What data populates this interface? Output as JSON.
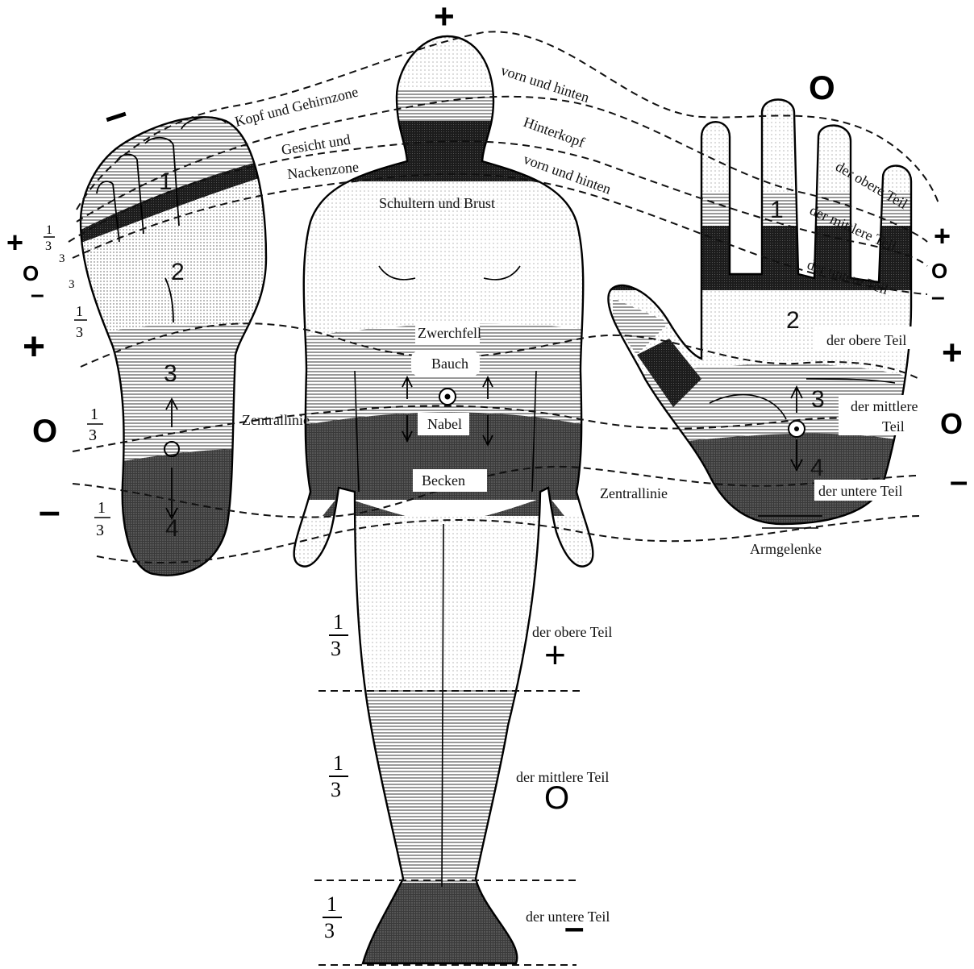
{
  "labels": {
    "kopf": "Kopf und Gehirnzone",
    "gesicht": "Gesicht und",
    "nacken": "Nackenzone",
    "vorn_hinten_1": "vorn und hinten",
    "hinterkopf": "Hinterkopf",
    "vorn_hinten_2": "vorn und hinten",
    "schultern": "Schultern und Brust",
    "zwerchfell": "Zwerchfell",
    "bauch": "Bauch",
    "nabel": "Nabel",
    "becken": "Becken",
    "zentrallinie_left": "Zentrallinie",
    "zentrallinie_right": "Zentrallinie",
    "armgelenke": "Armgelenke",
    "hand_obere_top": "der obere Teil",
    "hand_mittlere_top": "der mittlere Teil",
    "hand_untere_top": "der untere Teil",
    "hand_obere": "der obere Teil",
    "hand_mittlere_1": "der mittlere",
    "hand_mittlere_2": "Teil",
    "hand_untere": "der untere Teil",
    "leg_obere": "der obere Teil",
    "leg_mittlere": "der mittlere Teil",
    "leg_untere": "der untere Teil"
  },
  "symbols": {
    "plus": "+",
    "minus": "–",
    "circle": "O"
  },
  "fractions": {
    "numerator": "1",
    "denominator": "3"
  },
  "zones": {
    "one": "1",
    "two": "2",
    "three": "3",
    "four": "4"
  }
}
